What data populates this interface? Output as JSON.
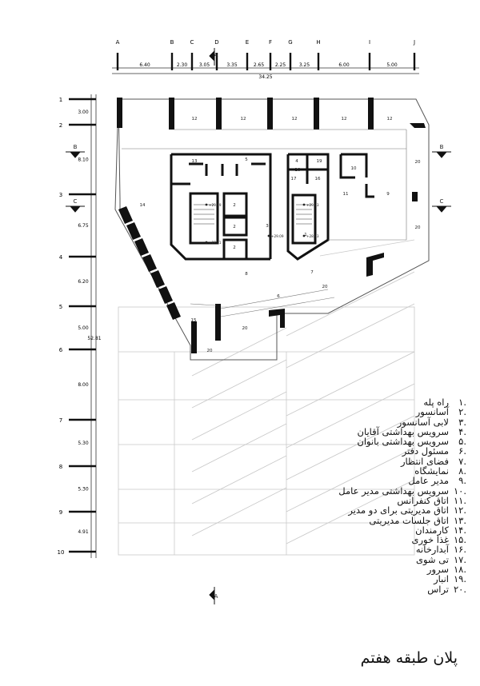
{
  "grid_cols": [
    "A",
    "B",
    "C",
    "D",
    "E",
    "F",
    "G",
    "H",
    "I",
    "J"
  ],
  "col_dims": [
    "6.40",
    "2.30",
    "3.05",
    "3.35",
    "2.65",
    "2.25",
    "3.25",
    "6.00",
    "5.00"
  ],
  "col_total": "34.25",
  "grid_rows": [
    "1",
    "2",
    "3",
    "4",
    "5",
    "6",
    "7",
    "8",
    "9",
    "10"
  ],
  "row_dims": [
    "3.00",
    "8.10",
    "6.75",
    "6.20",
    "5.00",
    "8.00",
    "5.30",
    "5.30",
    "4.91"
  ],
  "row_total": "52.81",
  "sections": {
    "b": "B",
    "c": "C",
    "a": "A"
  },
  "room_numbers": [
    "12",
    "12",
    "12",
    "12",
    "12",
    "13",
    "5",
    "4",
    "10",
    "19",
    "10",
    "17",
    "16",
    "14",
    "2",
    "2",
    "2",
    "3",
    "11",
    "9",
    "20",
    "20",
    "8",
    "7",
    "20",
    "6",
    "15",
    "20",
    "20",
    "1"
  ],
  "levels": [
    "+29.09",
    "+27.01",
    "+29.09",
    "+29.73",
    "+28.73"
  ],
  "legend": [
    {
      "num": ".۱",
      "text": "راه پله"
    },
    {
      "num": ".۲",
      "text": "آسانسور"
    },
    {
      "num": ".۳",
      "text": "لابی آسانسور"
    },
    {
      "num": ".۴",
      "text": "سرویس بهداشتی آقایان"
    },
    {
      "num": ".۵",
      "text": "سرویس بهداشتی بانوان"
    },
    {
      "num": ".۶",
      "text": "مسئول دفتر"
    },
    {
      "num": ".۷",
      "text": "فضای انتظار"
    },
    {
      "num": ".۸",
      "text": "نمایشگاه"
    },
    {
      "num": ".۹",
      "text": "مدیر عامل"
    },
    {
      "num": ".۱۰",
      "text": "سرویس بهداشتی مدیر عامل"
    },
    {
      "num": ".۱۱",
      "text": "اتاق کنفرانس"
    },
    {
      "num": ".۱۲",
      "text": "اتاق مدیریتی برای دو مدیر"
    },
    {
      "num": ".۱۳",
      "text": "اتاق جلسات مدیریتی"
    },
    {
      "num": ".۱۴",
      "text": "کارمندان"
    },
    {
      "num": ".۱۵",
      "text": "غذا خوری"
    },
    {
      "num": ".۱۶",
      "text": "آبدارخانه"
    },
    {
      "num": ".۱۷",
      "text": "تی شوی"
    },
    {
      "num": ".۱۸",
      "text": "سرور"
    },
    {
      "num": ".۱۹",
      "text": "انبار"
    },
    {
      "num": ".۲۰",
      "text": "تراس"
    }
  ],
  "title": "پلان طبقه هفتم"
}
